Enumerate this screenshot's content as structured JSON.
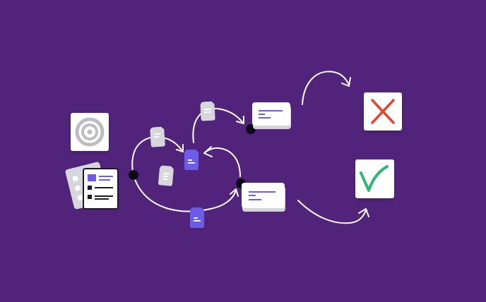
{
  "diagram": {
    "background": "#52237A",
    "colors": {
      "card": "#FFFFFF",
      "card_shadow": "#D3D3D8",
      "doc_light": "#D6D6DC",
      "doc_accent": "#6C5CE7",
      "dot": "#0B0B1A",
      "arrow": "#FFFFFF",
      "reject": "#E5452A",
      "approve": "#2FB574",
      "target_ring": "#BDBDC2",
      "form_dark": "#1A1A26"
    },
    "nodes": [
      {
        "id": "target",
        "icon": "target-icon"
      },
      {
        "id": "form",
        "icon": "form-document-icon"
      },
      {
        "id": "result-top",
        "icon": "message-card-icon"
      },
      {
        "id": "result-bottom",
        "icon": "message-card-icon"
      },
      {
        "id": "rejected",
        "icon": "x-mark-icon"
      },
      {
        "id": "approved",
        "icon": "check-mark-icon"
      }
    ],
    "tokens": [
      {
        "id": "doc-upper",
        "icon": "document-icon",
        "shade": "light"
      },
      {
        "id": "doc-lower",
        "icon": "document-icon",
        "shade": "light"
      },
      {
        "id": "doc-top",
        "icon": "document-icon",
        "shade": "light"
      },
      {
        "id": "doc-center",
        "icon": "document-icon",
        "shade": "accent"
      },
      {
        "id": "doc-bottom",
        "icon": "document-icon",
        "shade": "accent"
      }
    ]
  }
}
